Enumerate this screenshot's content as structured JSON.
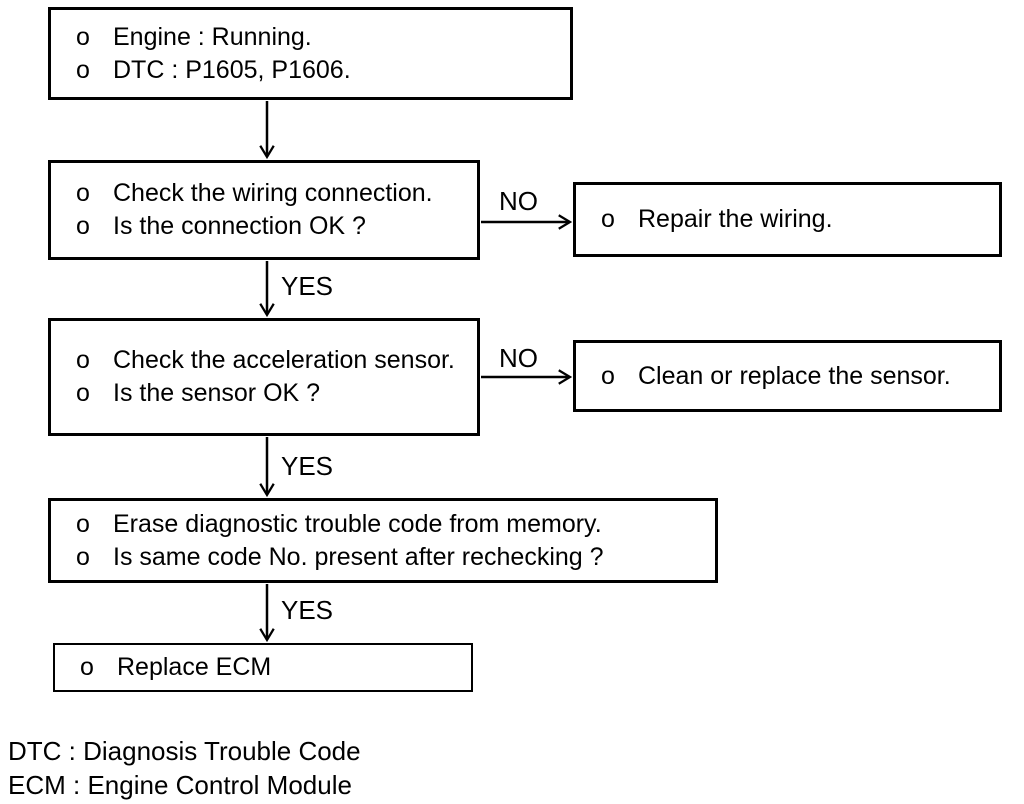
{
  "flowchart": {
    "bullet": "o",
    "branch_labels": {
      "yes": "YES",
      "no": "NO"
    },
    "nodes": {
      "start": {
        "lines": [
          "Engine : Running.",
          "DTC : P1605, P1606."
        ]
      },
      "check_wiring": {
        "lines": [
          "Check the wiring connection.",
          "Is the connection OK ?"
        ]
      },
      "repair_wiring": {
        "lines": [
          "Repair the wiring."
        ]
      },
      "check_accel_sensor": {
        "lines": [
          "Check the acceleration sensor.",
          "Is the sensor OK ?"
        ]
      },
      "clean_or_replace_sensor": {
        "lines": [
          "Clean or replace the sensor."
        ]
      },
      "erase_dtc": {
        "lines": [
          "Erase diagnostic trouble code from memory.",
          "Is same code No. present after rechecking ?"
        ]
      },
      "replace_ecm": {
        "lines": [
          "Replace ECM"
        ]
      }
    },
    "legend": {
      "lines": [
        "DTC : Diagnosis Trouble Code",
        "ECM : Engine Control Module"
      ]
    },
    "colors": {
      "ink": "#000000",
      "background": "#ffffff"
    }
  }
}
